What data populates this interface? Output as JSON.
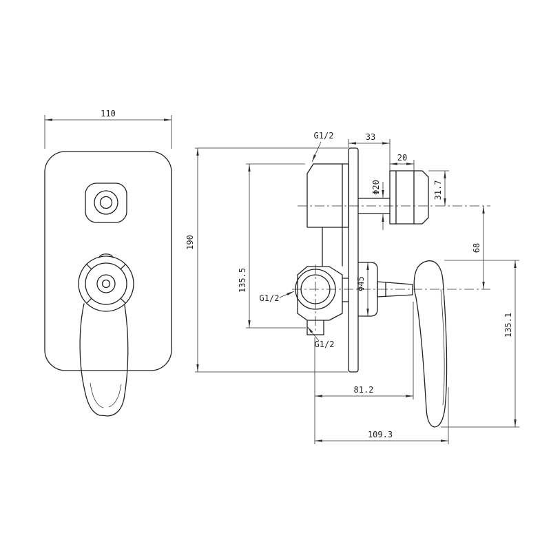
{
  "title": "Concealed shower mixer technical drawing",
  "dims": {
    "front_width": "110",
    "plate_height": "190",
    "body_height": "135.5",
    "top_outlet_thread": "G1/2",
    "plate_to_fitting": "33",
    "fitting_thread_length": "20",
    "outlet_pipe_dia": "Φ20",
    "fitting_height": "31.7",
    "port_center_spacing": "68",
    "trim_flange_dia": "Φ45",
    "inlet_thread": "G1/2",
    "bottom_outlet_thread": "G1/2",
    "handle_length": "135.1",
    "handle_projection": "81.2",
    "overall_projection": "109.3"
  },
  "colors": {
    "line": "#1f1f1f",
    "dim": "#2e2e2e",
    "background": "#ffffff"
  }
}
